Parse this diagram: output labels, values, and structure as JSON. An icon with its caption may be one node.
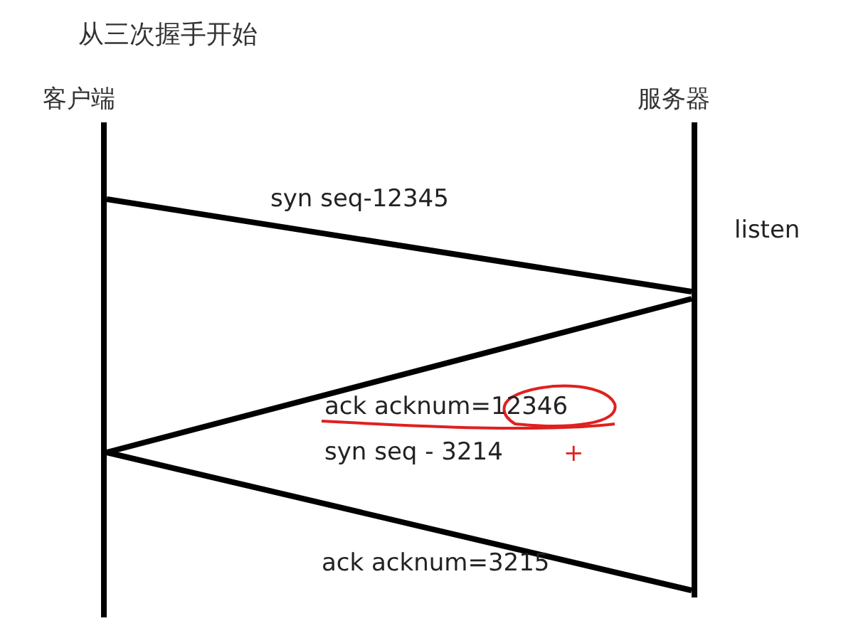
{
  "diagram": {
    "title": "从三次握手开始",
    "nodes": [
      {
        "text": [
          "客户端"
        ]
      },
      {
        "text": [
          "服务器"
        ]
      }
    ],
    "edges": [
      {
        "from": 0,
        "to": 1,
        "arrow": "none",
        "label": "syn seq-12345"
      },
      {
        "from": 1,
        "to": 0,
        "arrow": "none",
        "label": "ack acknum=12346"
      },
      {
        "from": 0,
        "to": 1,
        "arrow": "none",
        "label": "ack acknum=3215"
      }
    ],
    "labels": [
      "listen",
      "syn seq - 3214",
      "+"
    ]
  }
}
